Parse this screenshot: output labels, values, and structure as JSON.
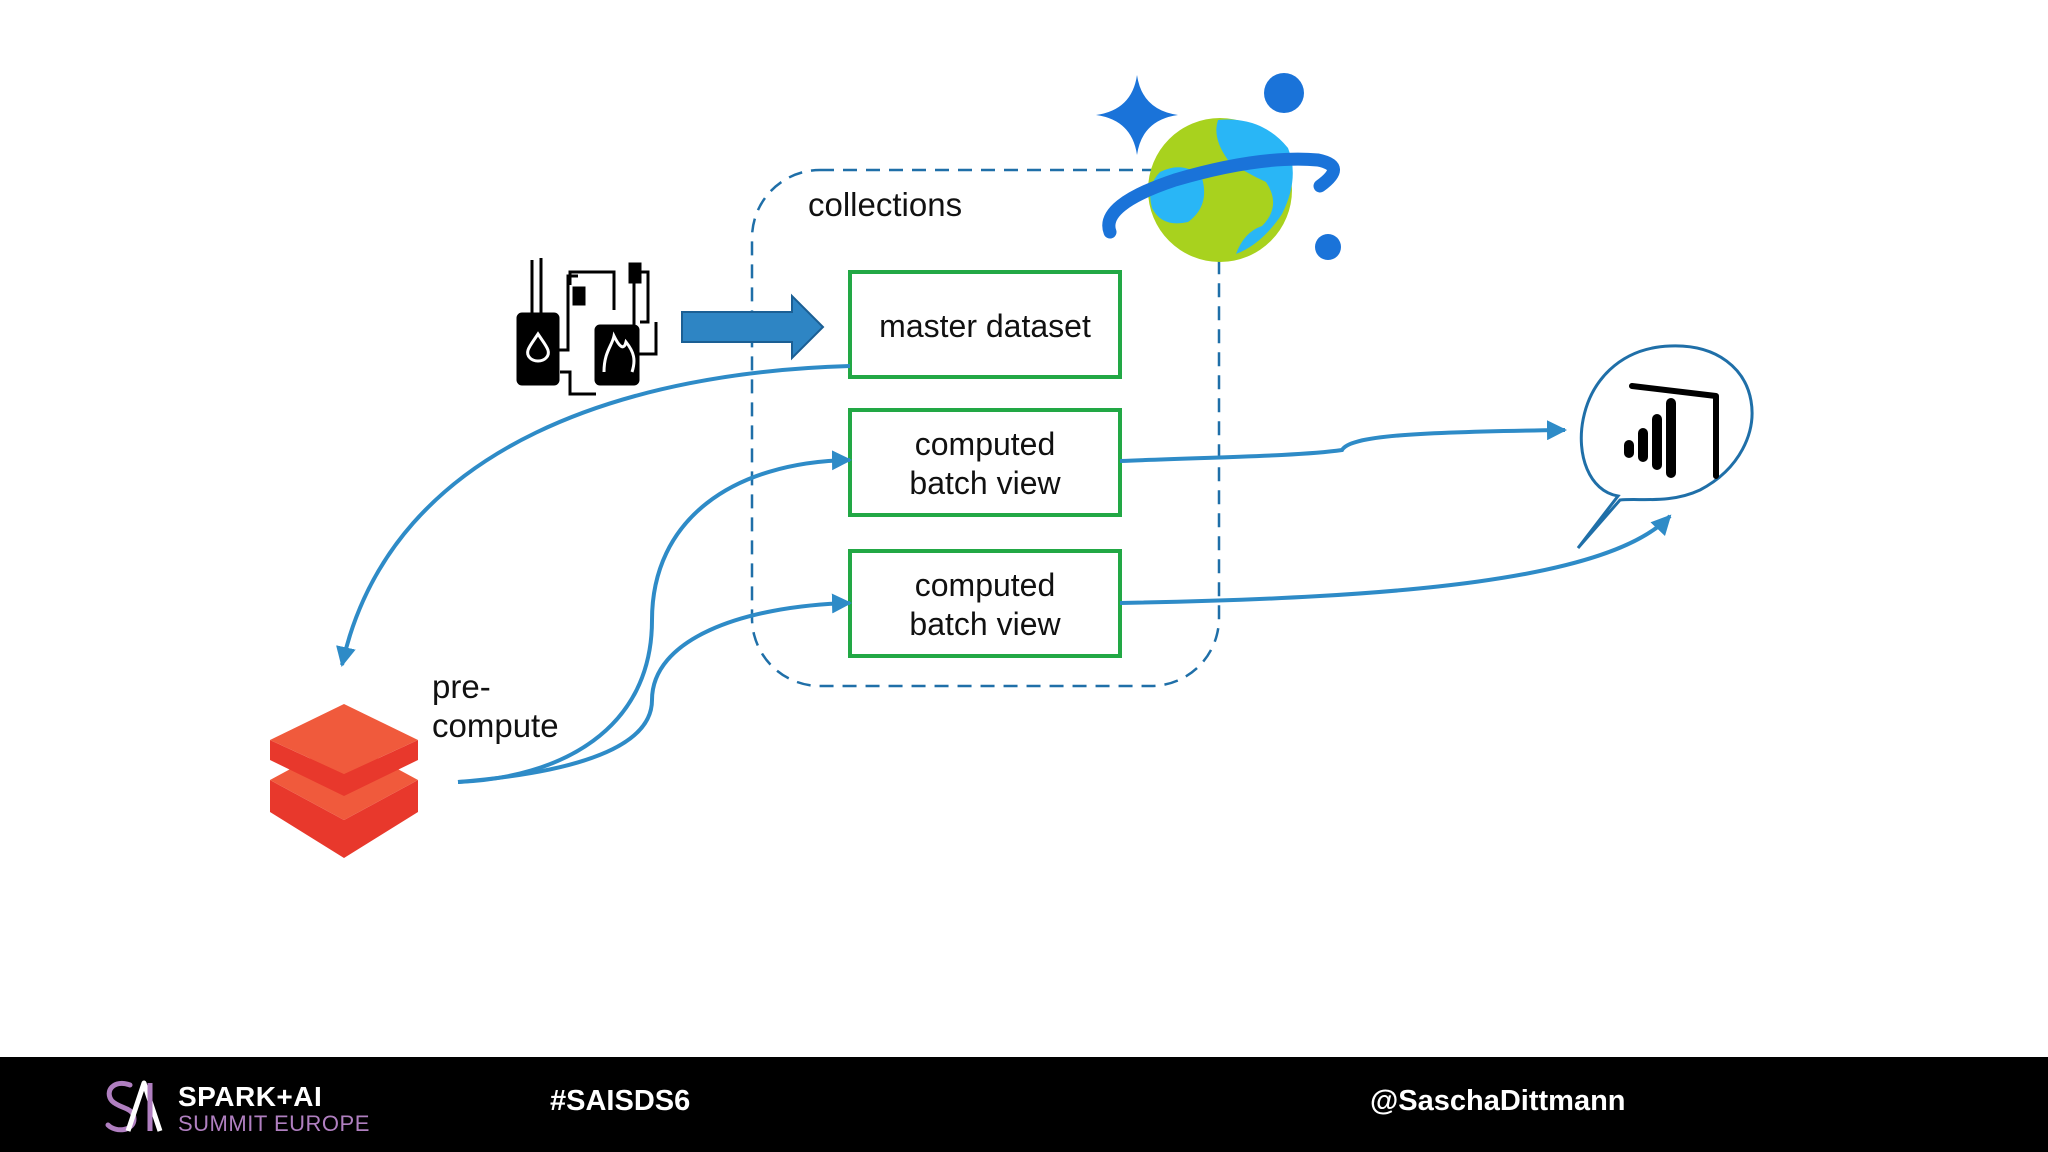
{
  "diagram": {
    "collections_label": "collections",
    "boxes": [
      {
        "id": "master",
        "lines": [
          "master dataset"
        ]
      },
      {
        "id": "view1",
        "lines": [
          "computed",
          "batch view"
        ]
      },
      {
        "id": "view2",
        "lines": [
          "computed",
          "batch view"
        ]
      }
    ],
    "precompute_lines": [
      "pre-",
      "compute"
    ]
  },
  "footer": {
    "brand_line1": "SPARK+AI",
    "brand_line2": "SUMMIT EUROPE",
    "hashtag": "#SAISDS6",
    "handle": "@SaschaDittmann"
  },
  "colors": {
    "arrow_blue": "#2e8bc7",
    "box_green": "#22a845",
    "dashed_blue": "#1f6fa8",
    "databricks_red": "#e8382c",
    "cosmos_blue": "#1a73d9",
    "cosmos_green": "#a8d21e",
    "footer_bg": "#000000",
    "footer_purple": "#b07fc0"
  },
  "icons": [
    "iot-devices-icon",
    "cosmos-db-icon",
    "databricks-icon",
    "power-bi-icon",
    "spark-ai-logo-icon"
  ]
}
